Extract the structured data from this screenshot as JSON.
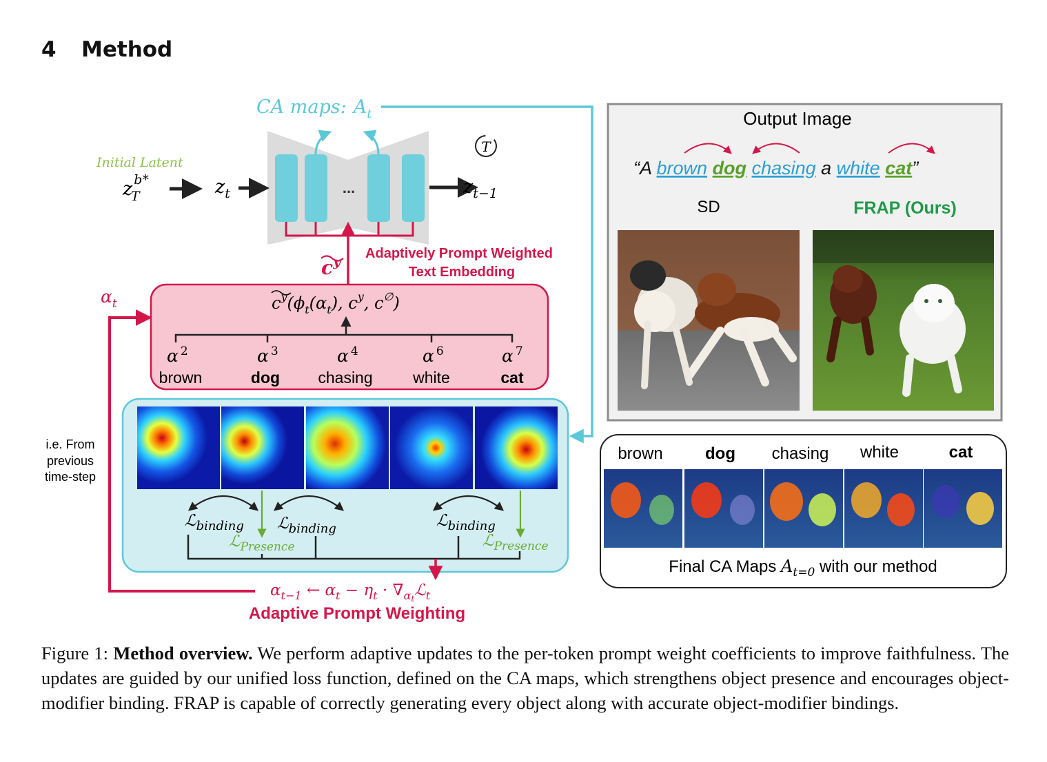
{
  "section": {
    "number": "4",
    "title": "Method"
  },
  "diagram": {
    "ca_maps_label": "CA maps:",
    "ca_maps_symbol": "A",
    "ca_maps_sub": "t",
    "initial_latent_label": "Initial Latent",
    "z_T": "z",
    "z_T_sup": "b*",
    "z_T_sub": "T",
    "z_t": "z",
    "z_t_sub": "t",
    "z_t1": "z",
    "z_t1_sub": "t−1",
    "ellipsis": "...",
    "loop_symbol": "T",
    "c_tilde": "c",
    "c_tilde_sup": "y",
    "embedding_label_1": "Adaptively Prompt Weighted",
    "embedding_label_2": "Text Embedding",
    "embedding_formula": "c͠ʸ(φ",
    "embedding_formula_full": "(φ",
    "alpha_t_label": "α",
    "alpha_t_sub": "t",
    "tokens": [
      {
        "alpha": "α",
        "sup": "2",
        "word": "brown",
        "bold": false
      },
      {
        "alpha": "α",
        "sup": "3",
        "word": "dog",
        "bold": true
      },
      {
        "alpha": "α",
        "sup": "4",
        "word": "chasing",
        "bold": false
      },
      {
        "alpha": "α",
        "sup": "6",
        "word": "white",
        "bold": false
      },
      {
        "alpha": "α",
        "sup": "7",
        "word": "cat",
        "bold": true
      }
    ],
    "prev_step_label": [
      "i.e. From",
      "previous",
      "time-step"
    ],
    "loss_binding": "ℒ",
    "loss_binding_sub": "binding",
    "loss_presence": "ℒ",
    "loss_presence_sub": "Presence",
    "update_rule": "α",
    "adaptive_label": "Adaptive Prompt Weighting"
  },
  "output_panel": {
    "title": "Output Image",
    "prompt_words": [
      {
        "text": "“A ",
        "style": "plain"
      },
      {
        "text": "brown",
        "style": "modifier"
      },
      {
        "text": " ",
        "style": "plain"
      },
      {
        "text": "dog",
        "style": "object"
      },
      {
        "text": " ",
        "style": "plain"
      },
      {
        "text": "chasing",
        "style": "modifier"
      },
      {
        "text": " a ",
        "style": "plain"
      },
      {
        "text": "white",
        "style": "modifier"
      },
      {
        "text": " ",
        "style": "plain"
      },
      {
        "text": "cat",
        "style": "object"
      },
      {
        "text": "”",
        "style": "plain"
      }
    ],
    "left_label": "SD",
    "right_label": "FRAP (Ours)"
  },
  "final_maps": {
    "words": [
      {
        "text": "brown",
        "bold": false
      },
      {
        "text": "dog",
        "bold": true
      },
      {
        "text": "chasing",
        "bold": false
      },
      {
        "text": "white",
        "bold": false
      },
      {
        "text": "cat",
        "bold": true
      }
    ],
    "caption_pre": "Final CA Maps ",
    "caption_sym": "A",
    "caption_sub": "t=0",
    "caption_post": " with our method"
  },
  "caption": {
    "label": "Figure 1:",
    "bold": "Method overview.",
    "text": "We perform adaptive updates to the per-token prompt weight coefficients to improve faithfulness. The updates are guided by our unified loss function, defined on the CA maps, which strengthens object presence and encourages object-modifier binding. FRAP is capable of correctly generating every object along with accurate object-modifier bindings."
  },
  "colors": {
    "teal": "#5bc8d8",
    "crimson": "#d4174a",
    "green": "#6aaa32",
    "frap_green": "#1e9a47",
    "pink_box": "#f7c6d1",
    "teal_box": "#d3eef2",
    "gray_panel": "#f1f1f1"
  }
}
